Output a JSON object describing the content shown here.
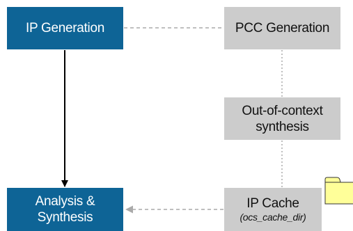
{
  "diagram": {
    "nodes": {
      "ip_generation": {
        "label": "IP Generation"
      },
      "pcc_generation": {
        "label": "PCC Generation"
      },
      "ooc_synthesis": {
        "line1": "Out-of-context",
        "line2": "synthesis"
      },
      "analysis_synthesis": {
        "line1": "Analysis &",
        "line2": "Synthesis"
      },
      "ip_cache": {
        "label": "IP Cache",
        "subtitle": "(ocs_cache_dir)"
      }
    },
    "edges": [
      {
        "from": "IP Generation",
        "to": "PCC Generation",
        "style": "dashed"
      },
      {
        "from": "PCC Generation",
        "to": "Out-of-context synthesis",
        "style": "dotted"
      },
      {
        "from": "Out-of-context synthesis",
        "to": "IP Cache",
        "style": "dotted"
      },
      {
        "from": "IP Generation",
        "to": "Analysis & Synthesis",
        "style": "solid-arrow"
      },
      {
        "from": "IP Cache",
        "to": "Analysis & Synthesis",
        "style": "dashed-arrow"
      }
    ],
    "colors": {
      "primary_box": "#0e6496",
      "secondary_box": "#cccccc",
      "folder": "#ffff99",
      "dashed_line": "#aaaaaa"
    },
    "icons": [
      "folder-icon"
    ]
  }
}
